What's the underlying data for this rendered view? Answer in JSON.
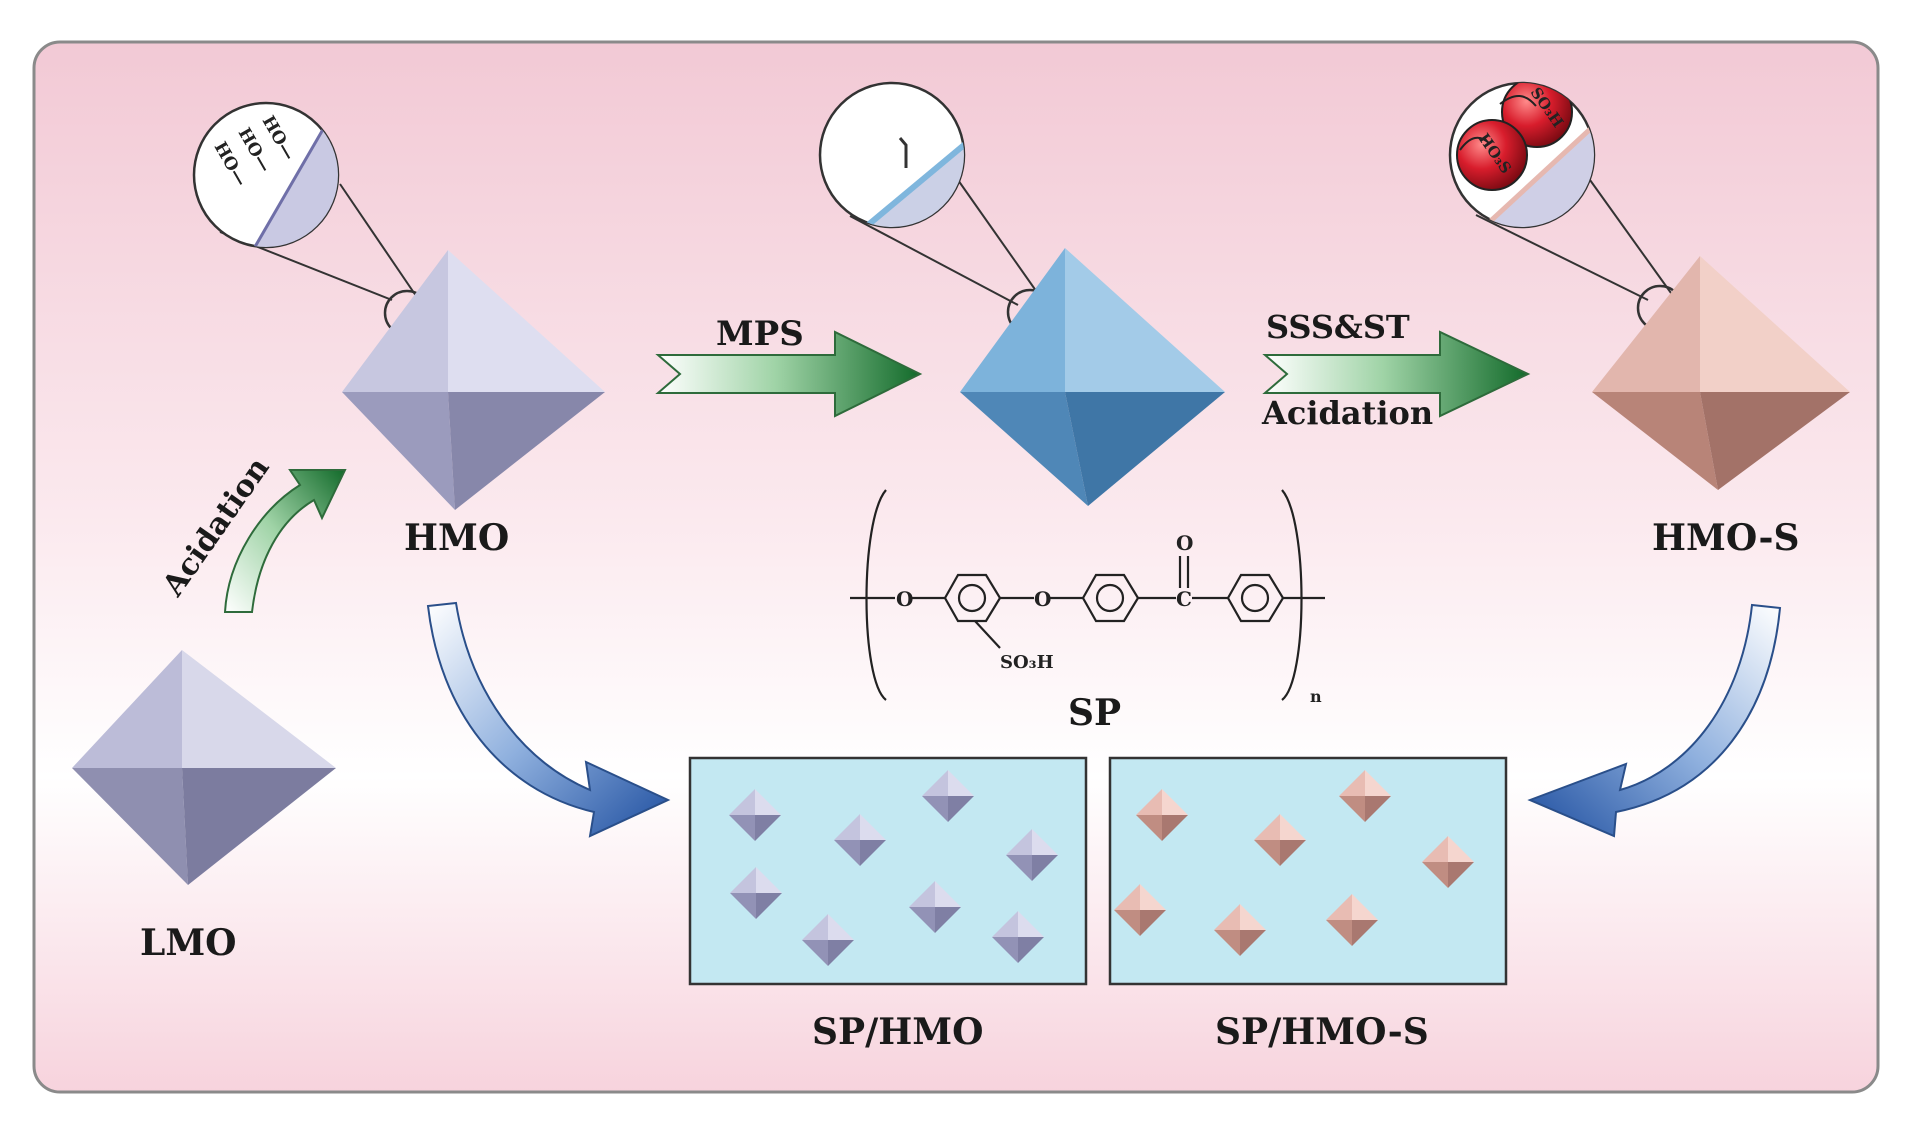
{
  "labels": {
    "lmo": "LMO",
    "hmo": "HMO",
    "hmo_s": "HMO-S",
    "sp": "SP",
    "sp_hmo": "SP/HMO",
    "sp_hmo_s": "SP/HMO-S"
  },
  "arrows": {
    "acidation_1": "Acidation",
    "mps": "MPS",
    "sss_st": "SSS&ST",
    "acidation_2": "Acidation"
  },
  "zoom_text": {
    "hmo_groups": [
      "HO—",
      "HO—",
      "HO—"
    ],
    "hmo_s_groups": [
      "SO₃H",
      "HO₃S"
    ]
  },
  "structure": {
    "sulfonic_group": "SO₃H",
    "carbonyl_o": "O",
    "carbonyl_c": "C",
    "ether_o": "O",
    "repeat_n": "n"
  },
  "colors": {
    "hmo_crystal": "#b8b8d8",
    "intermediate_crystal": "#7fb6dd",
    "hmo_s_crystal": "#e6b8b0",
    "membrane_fill": "#bfe6f0",
    "green_arrow": "#1f8a3a",
    "blue_arrow": "#2a5aa8",
    "sphere_red": "#d81d2c"
  }
}
